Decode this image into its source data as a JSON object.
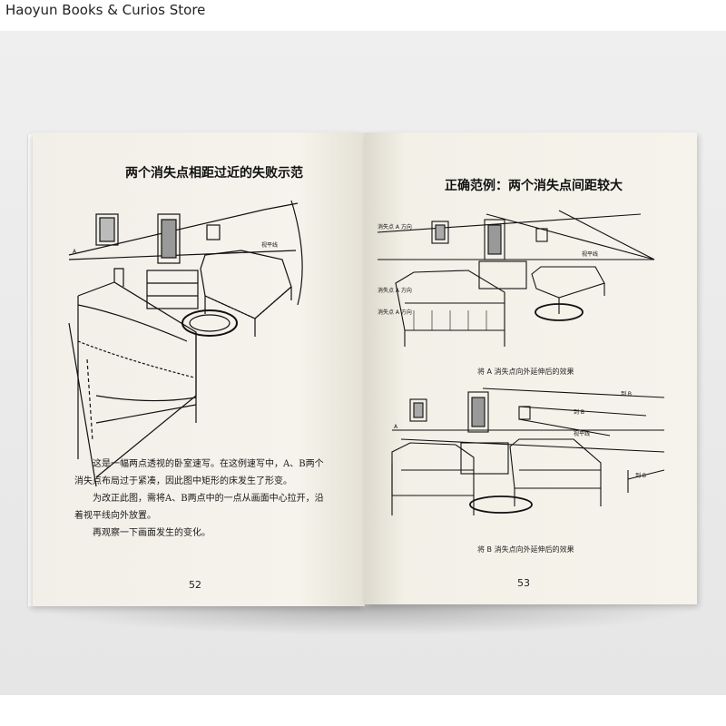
{
  "store": {
    "name": "Haoyun Books & Curios Store"
  },
  "left_page": {
    "title": "两个消失点相距过近的失败示范",
    "illustration": {
      "label_a": "A",
      "label_horizon": "视平线"
    },
    "paragraphs": [
      "这是一幅两点透视的卧室速写。在这例速写中，A、B两个消失点布局过于紧凑，因此图中矩形的床发生了形变。",
      "为改正此图，需将A、B两点中的一点从画面中心拉开，沿着视平线向外放置。",
      "再观察一下画面发生的变化。"
    ],
    "page_number": "52"
  },
  "right_page": {
    "title": "正确范例：两个消失点间距较大",
    "figure1": {
      "label_a_dir": "消失点 A 方向",
      "label_horizon": "视平线",
      "label_a_dir_2": "消失点 A 方向",
      "label_a_dir_3": "消失点 A 方向",
      "caption": "将 A 消失点向外延伸后的效果"
    },
    "figure2": {
      "label_to_b_1": "到 B",
      "label_to_b_2": "到 B",
      "label_a": "A",
      "label_horizon": "视平线",
      "label_to_b_3": "到 B",
      "caption": "将 B 消失点向外延伸后的效果"
    },
    "page_number": "53"
  }
}
